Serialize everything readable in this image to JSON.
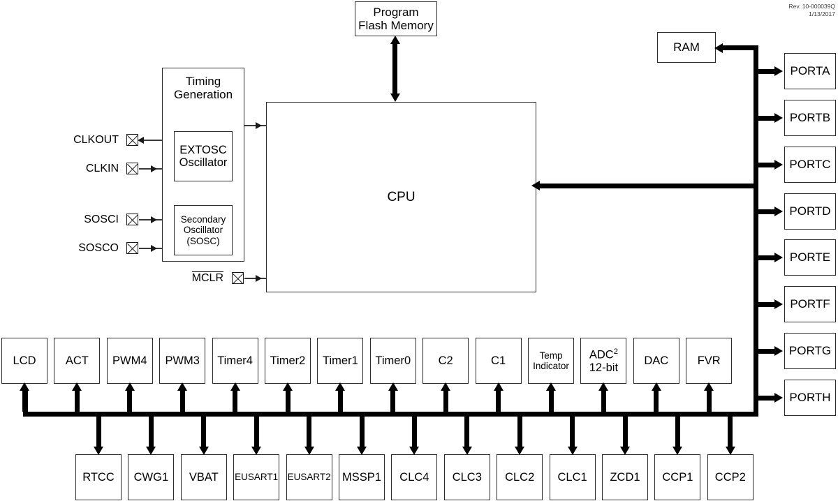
{
  "revision": {
    "doc_id": "Rev. 10-000039Q",
    "date": "1/13/2017"
  },
  "core": {
    "cpu": "CPU",
    "program_flash": "Program\nFlash Memory",
    "ram": "RAM"
  },
  "timing": {
    "title": "Timing\nGeneration",
    "extosc": "EXTOSC\nOscillator",
    "sosc": "Secondary\nOscillator\n(SOSC)"
  },
  "pins": [
    {
      "label": "CLKOUT",
      "direction": "out",
      "overline": false
    },
    {
      "label": "CLKIN",
      "direction": "in",
      "overline": false
    },
    {
      "label": "SOSCI",
      "direction": "in",
      "overline": false
    },
    {
      "label": "SOSCO",
      "direction": "in",
      "overline": false
    },
    {
      "label": "MCLR",
      "direction": "in",
      "overline": true
    }
  ],
  "ports": [
    {
      "label": "PORTA"
    },
    {
      "label": "PORTB"
    },
    {
      "label": "PORTC"
    },
    {
      "label": "PORTD"
    },
    {
      "label": "PORTE"
    },
    {
      "label": "PORTF"
    },
    {
      "label": "PORTG"
    },
    {
      "label": "PORTH"
    }
  ],
  "peripherals_upper": [
    {
      "label": "LCD",
      "small": false
    },
    {
      "label": "ACT",
      "small": false
    },
    {
      "label": "PWM4",
      "small": false
    },
    {
      "label": "PWM3",
      "small": false
    },
    {
      "label": "Timer4",
      "small": false
    },
    {
      "label": "Timer2",
      "small": false
    },
    {
      "label": "Timer1",
      "small": false
    },
    {
      "label": "Timer0",
      "small": false
    },
    {
      "label": "C2",
      "small": false
    },
    {
      "label": "C1",
      "small": false
    },
    {
      "label": "Temp\nIndicator",
      "small": true
    },
    {
      "label": "ADC_SUP2\n12-bit",
      "small": false
    },
    {
      "label": "DAC",
      "small": false
    },
    {
      "label": "FVR",
      "small": false
    }
  ],
  "peripherals_lower": [
    {
      "label": "RTCC",
      "small": false
    },
    {
      "label": "CWG1",
      "small": false
    },
    {
      "label": "VBAT",
      "small": false
    },
    {
      "label": "EUSART1",
      "small": true
    },
    {
      "label": "EUSART2",
      "small": true
    },
    {
      "label": "MSSP1",
      "small": false
    },
    {
      "label": "CLC4",
      "small": false
    },
    {
      "label": "CLC3",
      "small": false
    },
    {
      "label": "CLC2",
      "small": false
    },
    {
      "label": "CLC1",
      "small": false
    },
    {
      "label": "ZCD1",
      "small": false
    },
    {
      "label": "CCP1",
      "small": false
    },
    {
      "label": "CCP2",
      "small": false
    }
  ],
  "colors": {
    "line": "#000000",
    "box_border": "#2b2b2b",
    "background": "#ffffff"
  }
}
